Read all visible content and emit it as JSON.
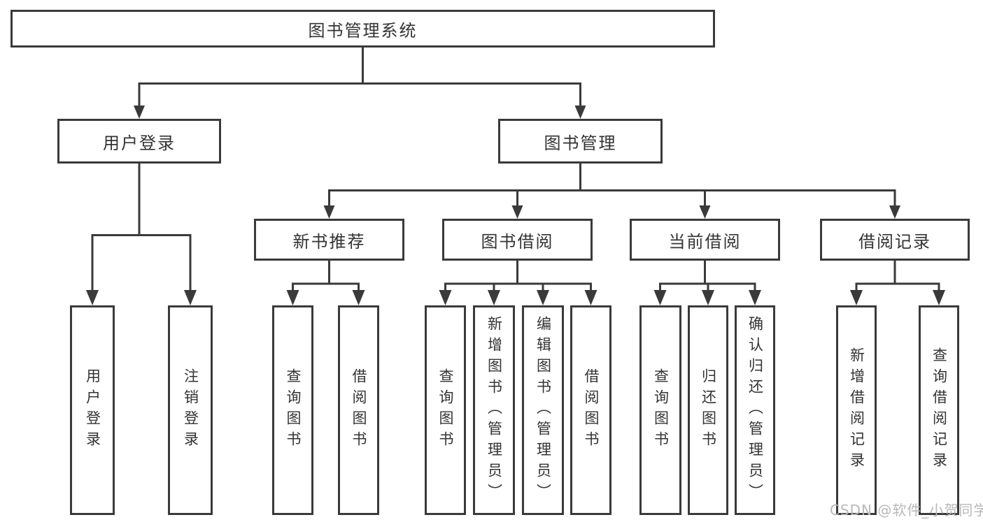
{
  "colors": {
    "line": "#3a3a3a",
    "text": "#333333",
    "watermark": "#b8b8b8",
    "background": "#ffffff"
  },
  "tree": {
    "root": "图书管理系统",
    "level2": {
      "user_login": "用户登录",
      "book_management": "图书管理"
    },
    "level3": {
      "new_book_recommend": "新书推荐",
      "book_borrowing": "图书借阅",
      "current_borrowing": "当前借阅",
      "borrowing_records": "借阅记录"
    },
    "leaves": {
      "user_login": [
        "用户登录",
        "注销登录"
      ],
      "new_book_recommend": [
        "查询图书",
        "借阅图书"
      ],
      "book_borrowing": [
        "查询图书",
        "新增图书（管理员）",
        "编辑图书（管理员）",
        "借阅图书"
      ],
      "current_borrowing": [
        "查询图书",
        "归还图书",
        "确认归还（管理员）"
      ],
      "borrowing_records": [
        "新增借阅记录",
        "查询借阅记录"
      ]
    }
  },
  "watermark": {
    "text": "CSDN @软件_小贺同学"
  }
}
